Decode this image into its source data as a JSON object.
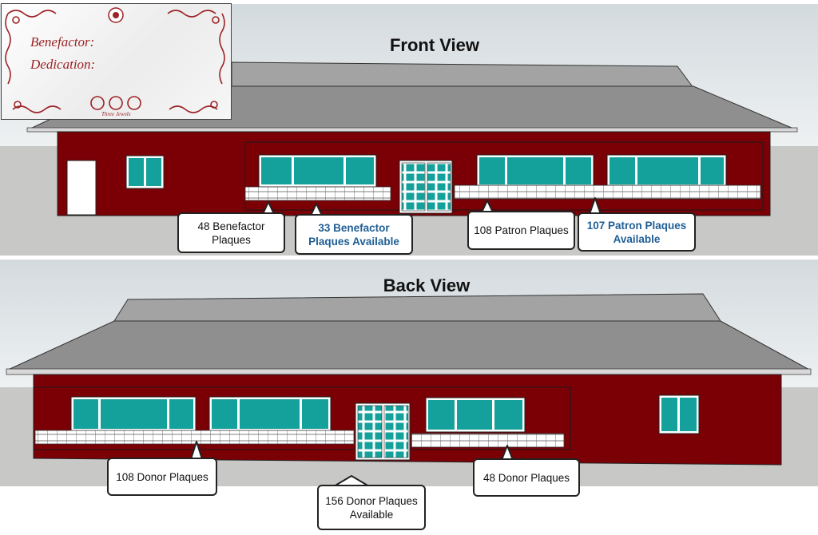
{
  "plaque_card": {
    "benefactor_label": "Benefactor:",
    "dedication_label": "Dedication:",
    "footer": "Three Jewels",
    "accent_color": "#9c2226"
  },
  "front_view": {
    "title": "Front View",
    "callouts": {
      "benefactor_plaques": "48 Benefactor Plaques",
      "benefactor_available": "33 Benefactor Plaques Available",
      "patron_plaques": "108 Patron Plaques",
      "patron_available": "107 Patron Plaques Available"
    }
  },
  "back_view": {
    "title": "Back View",
    "callouts": {
      "donor_left": "108 Donor Plaques",
      "donor_center_available": "156 Donor Plaques Available",
      "donor_right": "48 Donor Plaques"
    }
  },
  "colors": {
    "wall": "#7a0006",
    "roof": "#9a9a9a",
    "window": "#14a09b",
    "available_text": "#1f5e95"
  }
}
